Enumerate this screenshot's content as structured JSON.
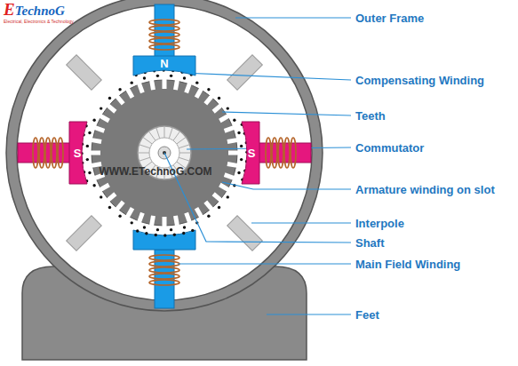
{
  "diagram": {
    "nodes": [
      {
        "text": [
          "N"
        ]
      },
      {
        "text": [
          "S"
        ]
      },
      {
        "text": [
          "S"
        ]
      }
    ],
    "labels": [
      "ETechnoG",
      "Electrical, Electronics & Technology",
      "Outer Frame",
      "Compensating Winding",
      "Teeth",
      "Commutator",
      "WWW.ETechnoG.COM",
      "Armature winding on slot",
      "Interpole",
      "Shaft",
      "Main Field Winding",
      "Feet"
    ]
  }
}
